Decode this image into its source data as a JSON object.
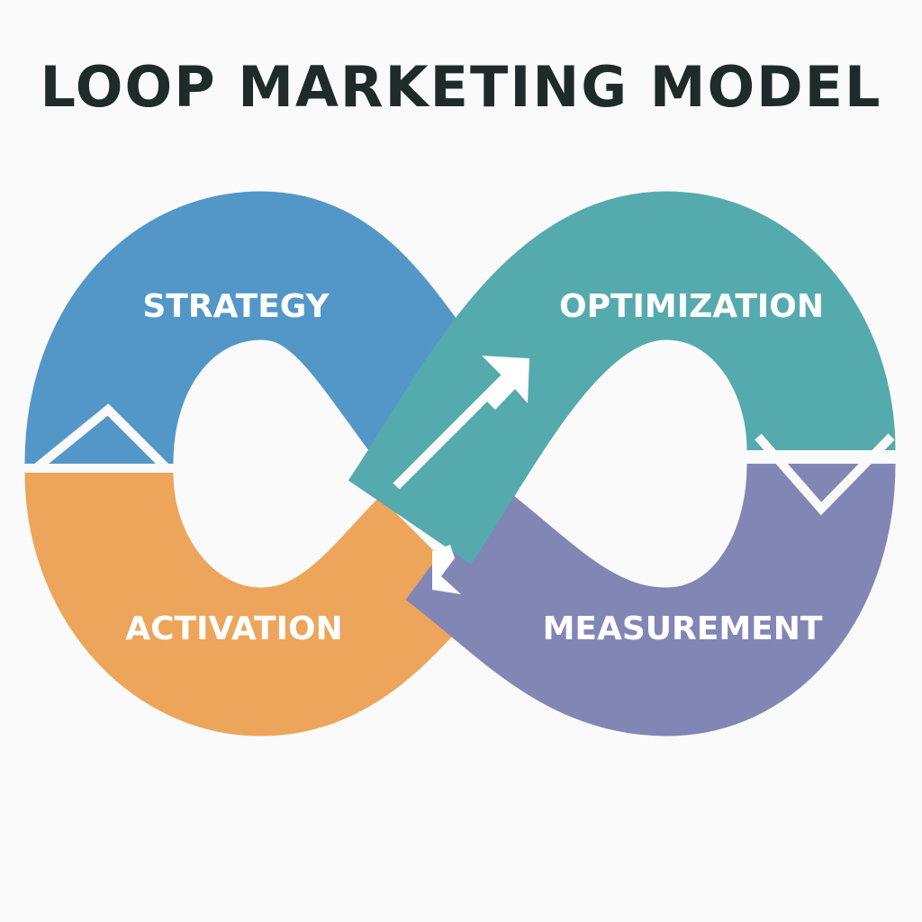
{
  "title": "LOOP MARKETING MODEL",
  "stages": [
    {
      "label": "STRATEGY",
      "color": "#5397c8"
    },
    {
      "label": "OPTIMIZATION",
      "color": "#55aaad"
    },
    {
      "label": "MEASUREMENT",
      "color": "#8286b5"
    },
    {
      "label": "ACTIVATION",
      "color": "#eca55a"
    }
  ]
}
